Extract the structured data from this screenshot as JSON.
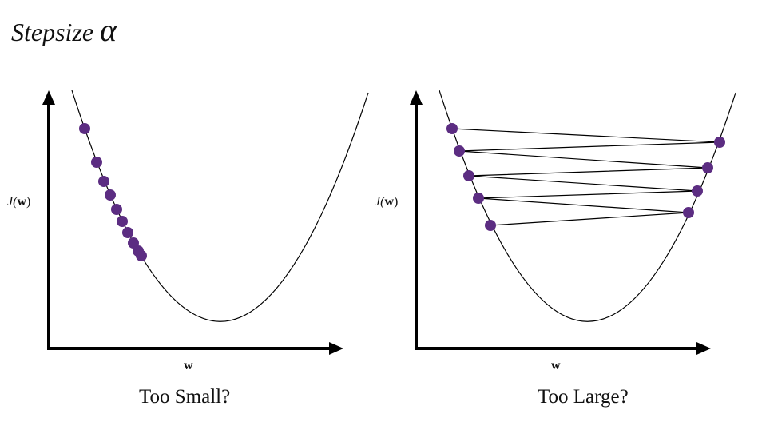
{
  "title": {
    "text": "Stepsize",
    "symbol": "α"
  },
  "panels": [
    {
      "caption": "Too Small?",
      "ylabel_fn": "J(",
      "ylabel_var": "w",
      "ylabel_close": ")",
      "xlabel": "w"
    },
    {
      "caption": "Too Large?",
      "ylabel_fn": "J(",
      "ylabel_var": "w",
      "ylabel_close": ")",
      "xlabel": "w"
    }
  ],
  "colors": {
    "point": "#5c2d82",
    "axis": "#000000",
    "curve": "#000000"
  }
}
